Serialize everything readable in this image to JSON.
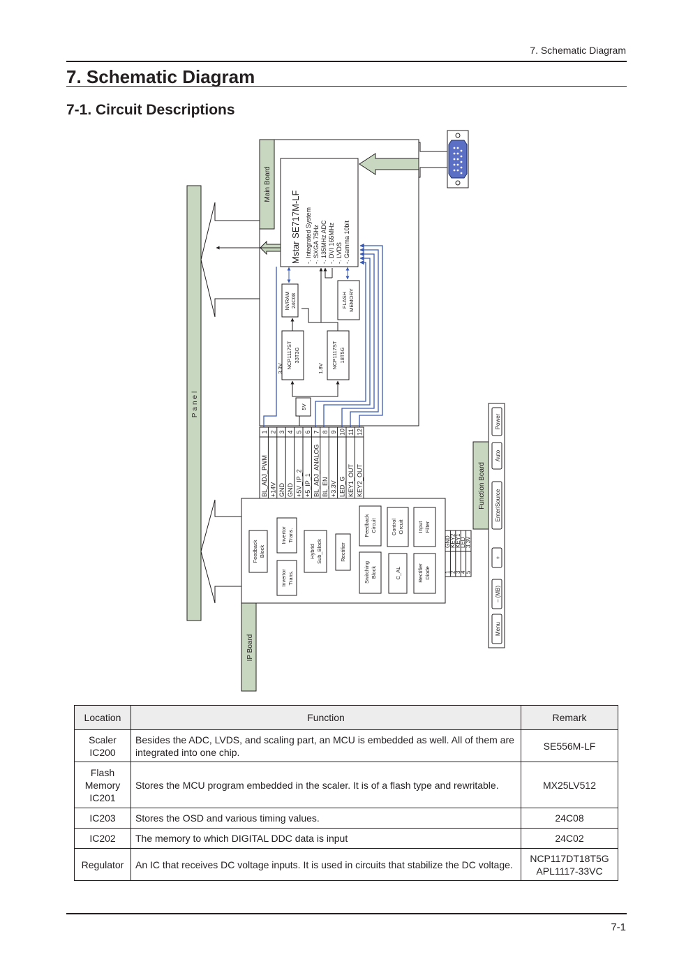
{
  "header": {
    "running_title": "7. Schematic Diagram",
    "title": "7. Schematic Diagram",
    "subtitle": "7-1. Circuit Descriptions"
  },
  "diagram": {
    "boards": {
      "main": "Main Board",
      "panel": "Panel",
      "function": "Function Board",
      "ip": "IP Board"
    },
    "mstar": {
      "title": "Mstar   SE717M-LF",
      "features": [
        "-. Integrated System",
        "-. SXGA 75Hz",
        "-. 135MHz ADC",
        "-. DVI 165MHz",
        "-. LVDS",
        "-. Gamma 10bit"
      ]
    },
    "nvram": [
      "NVRAM",
      "24C08"
    ],
    "flash": [
      "FLASH",
      "MEMORY"
    ],
    "reg1": [
      "NCP1117ST",
      "33T3G"
    ],
    "reg2": [
      "NCP1117ST",
      "18T5G"
    ],
    "v33": "3.3V",
    "v18": "1.8V",
    "v5": "5V",
    "pins": [
      {
        "num": "1",
        "label": "BL_ADJ_PWM"
      },
      {
        "num": "2",
        "label": "+14V"
      },
      {
        "num": "3",
        "label": "GND"
      },
      {
        "num": "4",
        "label": "GND"
      },
      {
        "num": "5",
        "label": "+5V_IP_2"
      },
      {
        "num": "6",
        "label": "+5_IP_1"
      },
      {
        "num": "7",
        "label": "BL_ADJ_ANALOG"
      },
      {
        "num": "8",
        "label": "BL_EN"
      },
      {
        "num": "9",
        "label": "+3.3V"
      },
      {
        "num": "10",
        "label": "LED_G"
      },
      {
        "num": "11",
        "label": "KEY1_OUT"
      },
      {
        "num": "12",
        "label": "KEY2_OUT"
      }
    ],
    "ip_blocks": {
      "feedback_block": [
        "Feedback",
        "Block"
      ],
      "invertor_top": [
        "Invertor",
        "Trans."
      ],
      "invertor_bottom": [
        "Invertor",
        "Trans."
      ],
      "hybrid": [
        "Hybrid",
        "Sub_Block"
      ],
      "rectifier": [
        "Rectifier"
      ],
      "feedback_circuit": [
        "Feedback",
        "Circuit"
      ],
      "switching": [
        "Switching",
        "Block"
      ],
      "control": [
        "Control",
        "Circuit"
      ],
      "c_al": [
        "C_AL"
      ],
      "input_filter": [
        "Input",
        "Filter"
      ],
      "rectifier_diode": [
        "Rectifier",
        "Diode"
      ]
    },
    "conn_nums": [
      "1",
      "2",
      "3",
      "4",
      "5"
    ],
    "conn_labels": [
      "GND",
      "KEY2",
      "KEY1",
      "LED",
      "3.3V"
    ],
    "buttons": [
      "Menu",
      "– (MB)",
      "+",
      "Enter/Source",
      "Auto",
      "Power"
    ]
  },
  "table": {
    "headers": [
      "Location",
      "Function",
      "Remark"
    ],
    "rows": [
      {
        "location": "Scaler IC200",
        "function": "Besides the ADC, LVDS, and scaling part, an MCU is embedded as well. All of them are integrated into one chip.",
        "remark": "SE556M-LF"
      },
      {
        "location": "Flash Memory IC201",
        "function": "Stores the MCU program embedded in the scaler. It is of a flash type and rewritable.",
        "remark": "MX25LV512"
      },
      {
        "location": "IC203",
        "function": "Stores the OSD and various timing values.",
        "remark": "24C08"
      },
      {
        "location": "IC202",
        "function": "The memory to which DIGITAL DDC data is input",
        "remark": "24C02"
      },
      {
        "location": "Regulator",
        "function": "An IC that receives DC voltage inputs. It is used in circuits that stabilize the DC voltage.",
        "remark": "NCP117DT18T5G APL1117-33VC"
      }
    ]
  },
  "footer": {
    "page_number": "7-1"
  },
  "colors": {
    "board_green": "#c8d8c0",
    "signal_blue": "#3a5bb5",
    "vga_blue": "#5b6fc4"
  }
}
